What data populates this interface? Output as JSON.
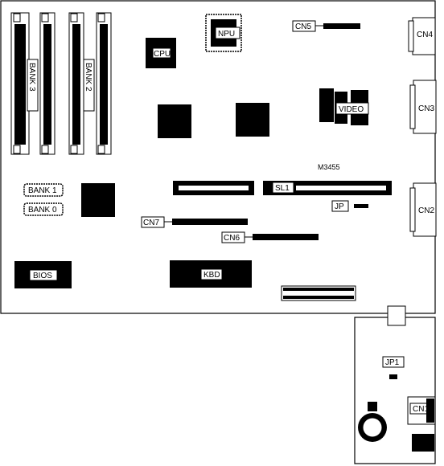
{
  "labels": {
    "cpu": "CPU",
    "npu": "NPU",
    "cn5": "CN5",
    "cn4": "CN4",
    "cn3": "CN3",
    "cn2": "CN2",
    "cn1": "CN1",
    "cn6": "CN6",
    "cn7": "CN7",
    "video": "VIDEO",
    "bank3": "BANK 3",
    "bank2": "BANK 2",
    "bank1": "BANK 1",
    "bank0": "BANK 0",
    "model": "M3455",
    "sl1": "SL1",
    "jp": "JP",
    "jp1": "JP1",
    "bios": "BIOS",
    "kbd": "KBD"
  }
}
